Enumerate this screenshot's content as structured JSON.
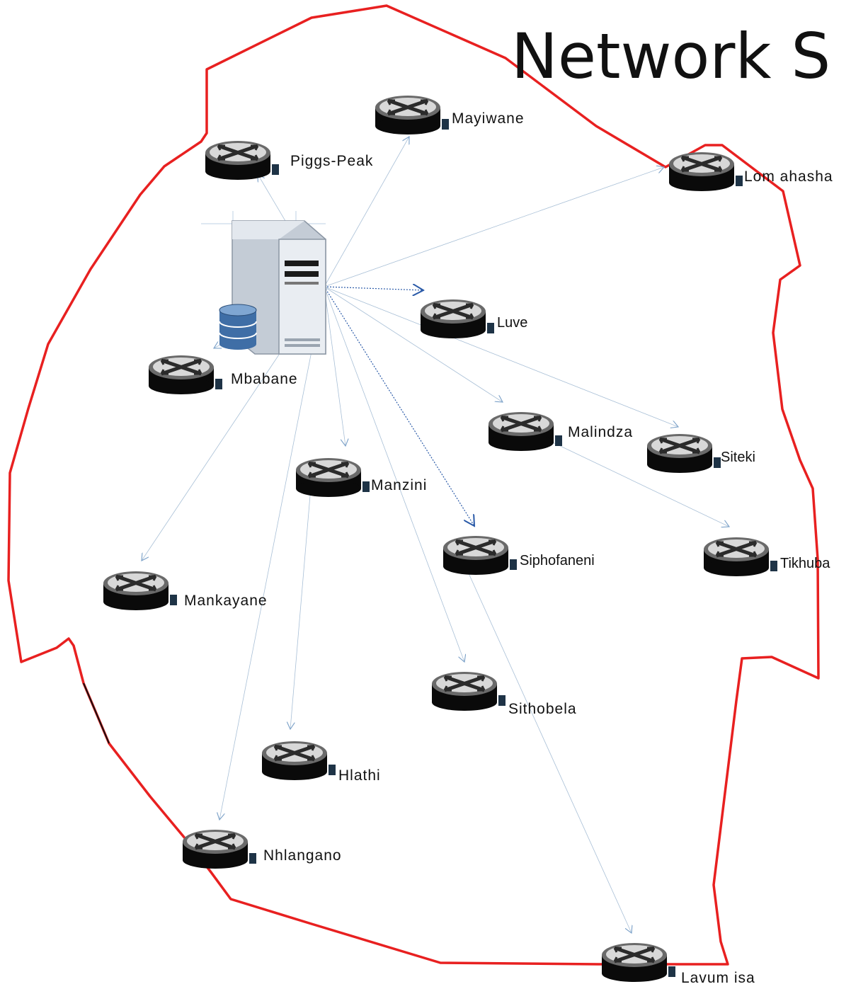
{
  "title": "Network S",
  "colors": {
    "border": "#e82020",
    "link": "#7aa0c8",
    "link_dashed": "#2a5aa8"
  },
  "server": {
    "icon": "database-server-icon"
  },
  "routers": [
    {
      "id": "mayiwane",
      "label": "Mayiwane"
    },
    {
      "id": "piggs-peak",
      "label": "Piggs-Peak"
    },
    {
      "id": "lomahasha",
      "label": "Lom ahasha"
    },
    {
      "id": "luve",
      "label": "Luve"
    },
    {
      "id": "mbabane",
      "label": "Mbabane"
    },
    {
      "id": "malindza",
      "label": "Malindza"
    },
    {
      "id": "siteki",
      "label": "Siteki"
    },
    {
      "id": "manzini",
      "label": "Manzini"
    },
    {
      "id": "siphofaneni",
      "label": "Siphofaneni"
    },
    {
      "id": "tikhuba",
      "label": "Tikhuba"
    },
    {
      "id": "mankayane",
      "label": "Mankayane"
    },
    {
      "id": "sithobela",
      "label": "Sithobela"
    },
    {
      "id": "hlathi",
      "label": "Hlathi"
    },
    {
      "id": "nhlangano",
      "label": "Nhlangano"
    },
    {
      "id": "lavumisa",
      "label": "Lavum isa"
    }
  ]
}
